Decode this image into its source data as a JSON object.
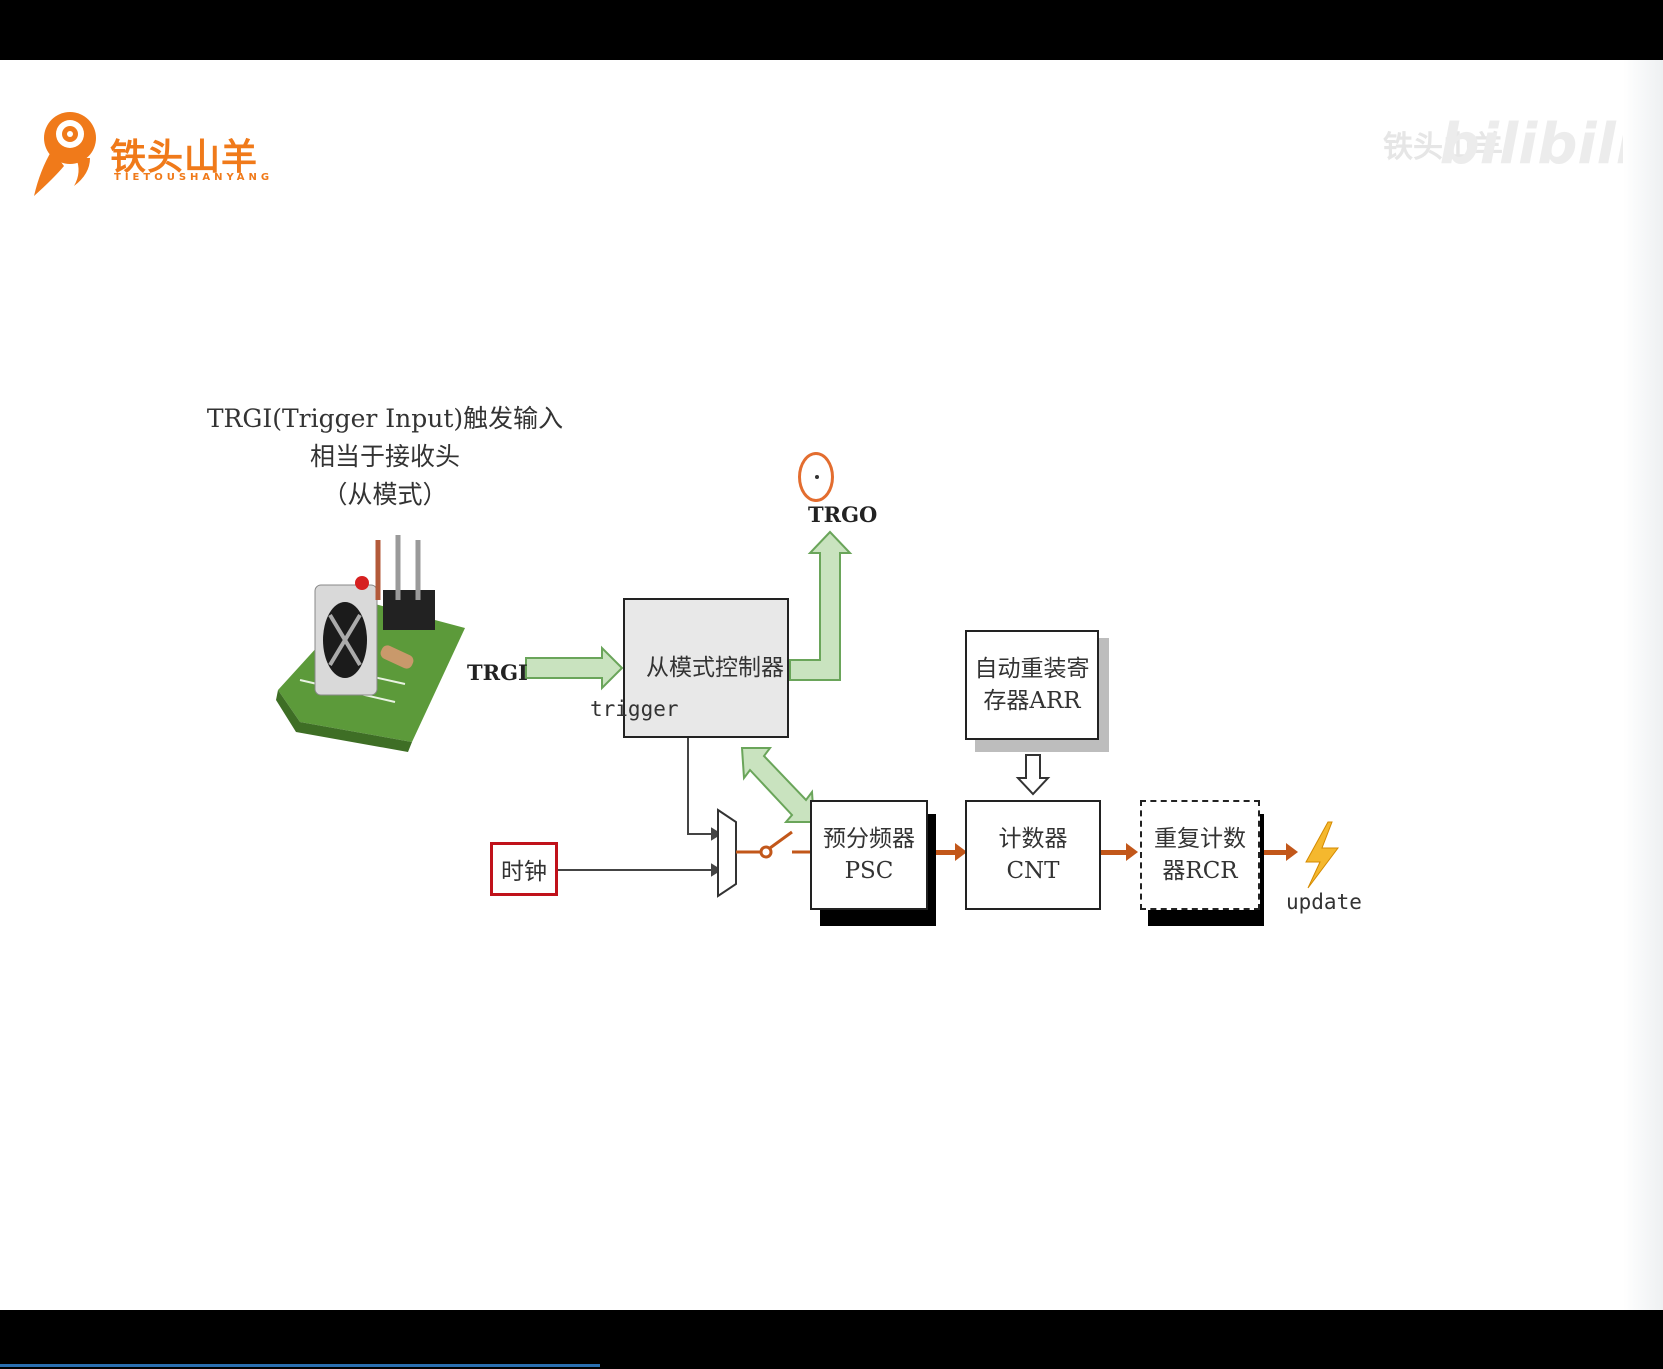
{
  "logo": {
    "title": "铁头山羊",
    "subtitle": "TIETOUSHANYANG"
  },
  "watermark": {
    "text": "铁头山羊",
    "brand": "bilibili"
  },
  "description": {
    "line1": "TRGI(Trigger Input)触发输入",
    "line2": "相当于接收头",
    "line3": "（从模式）"
  },
  "diagram": {
    "trgo_label": "TRGO",
    "trgi_label": "TRGI",
    "trigger_label": "trigger",
    "slave_controller": "从模式控制器",
    "clock": "时钟",
    "arr_line1": "自动重装寄",
    "arr_line2": "存器ARR",
    "psc_line1": "预分频器",
    "psc_line2": "PSC",
    "cnt_line1": "计数器",
    "cnt_line2": "CNT",
    "rcr_line1": "重复计数",
    "rcr_line2": "器RCR",
    "update_label": "update"
  },
  "colors": {
    "accent_orange": "#f07a1a",
    "green_arrow_fill": "#c9e3bf",
    "green_arrow_stroke": "#6aa55a",
    "signal_arrow": "#c2571a",
    "clock_border": "#c0111a",
    "lightning": "#f5b82e"
  }
}
